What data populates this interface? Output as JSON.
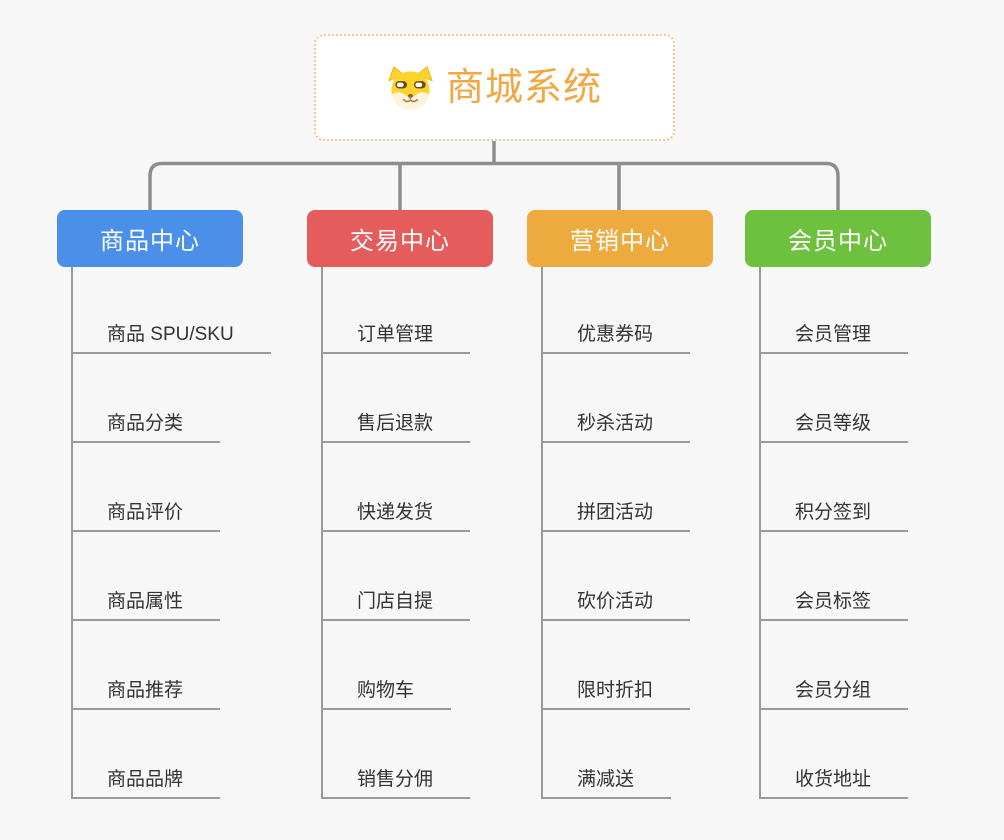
{
  "root": {
    "title": "商城系统",
    "icon": "shiba-dog-icon"
  },
  "branches": [
    {
      "label": "商品中心",
      "color": "#4a90e8",
      "items": [
        "商品 SPU/SKU",
        "商品分类",
        "商品评价",
        "商品属性",
        "商品推荐",
        "商品品牌"
      ]
    },
    {
      "label": "交易中心",
      "color": "#e45c5c",
      "items": [
        "订单管理",
        "售后退款",
        "快递发货",
        "门店自提",
        "购物车",
        "销售分佣"
      ]
    },
    {
      "label": "营销中心",
      "color": "#edaa3f",
      "items": [
        "优惠券码",
        "秒杀活动",
        "拼团活动",
        "砍价活动",
        "限时折扣",
        "满减送"
      ]
    },
    {
      "label": "会员中心",
      "color": "#6ec13f",
      "items": [
        "会员管理",
        "会员等级",
        "积分签到",
        "会员标签",
        "会员分组",
        "收货地址"
      ]
    }
  ],
  "colors": {
    "background": "#f7f7f8",
    "connector_gray": "#8d8d8d",
    "leaf_line_gray": "#9a9a9a",
    "leaf_text": "#333333",
    "root_text_orange": "#f0a844",
    "root_border_orange": "#f2c889"
  }
}
